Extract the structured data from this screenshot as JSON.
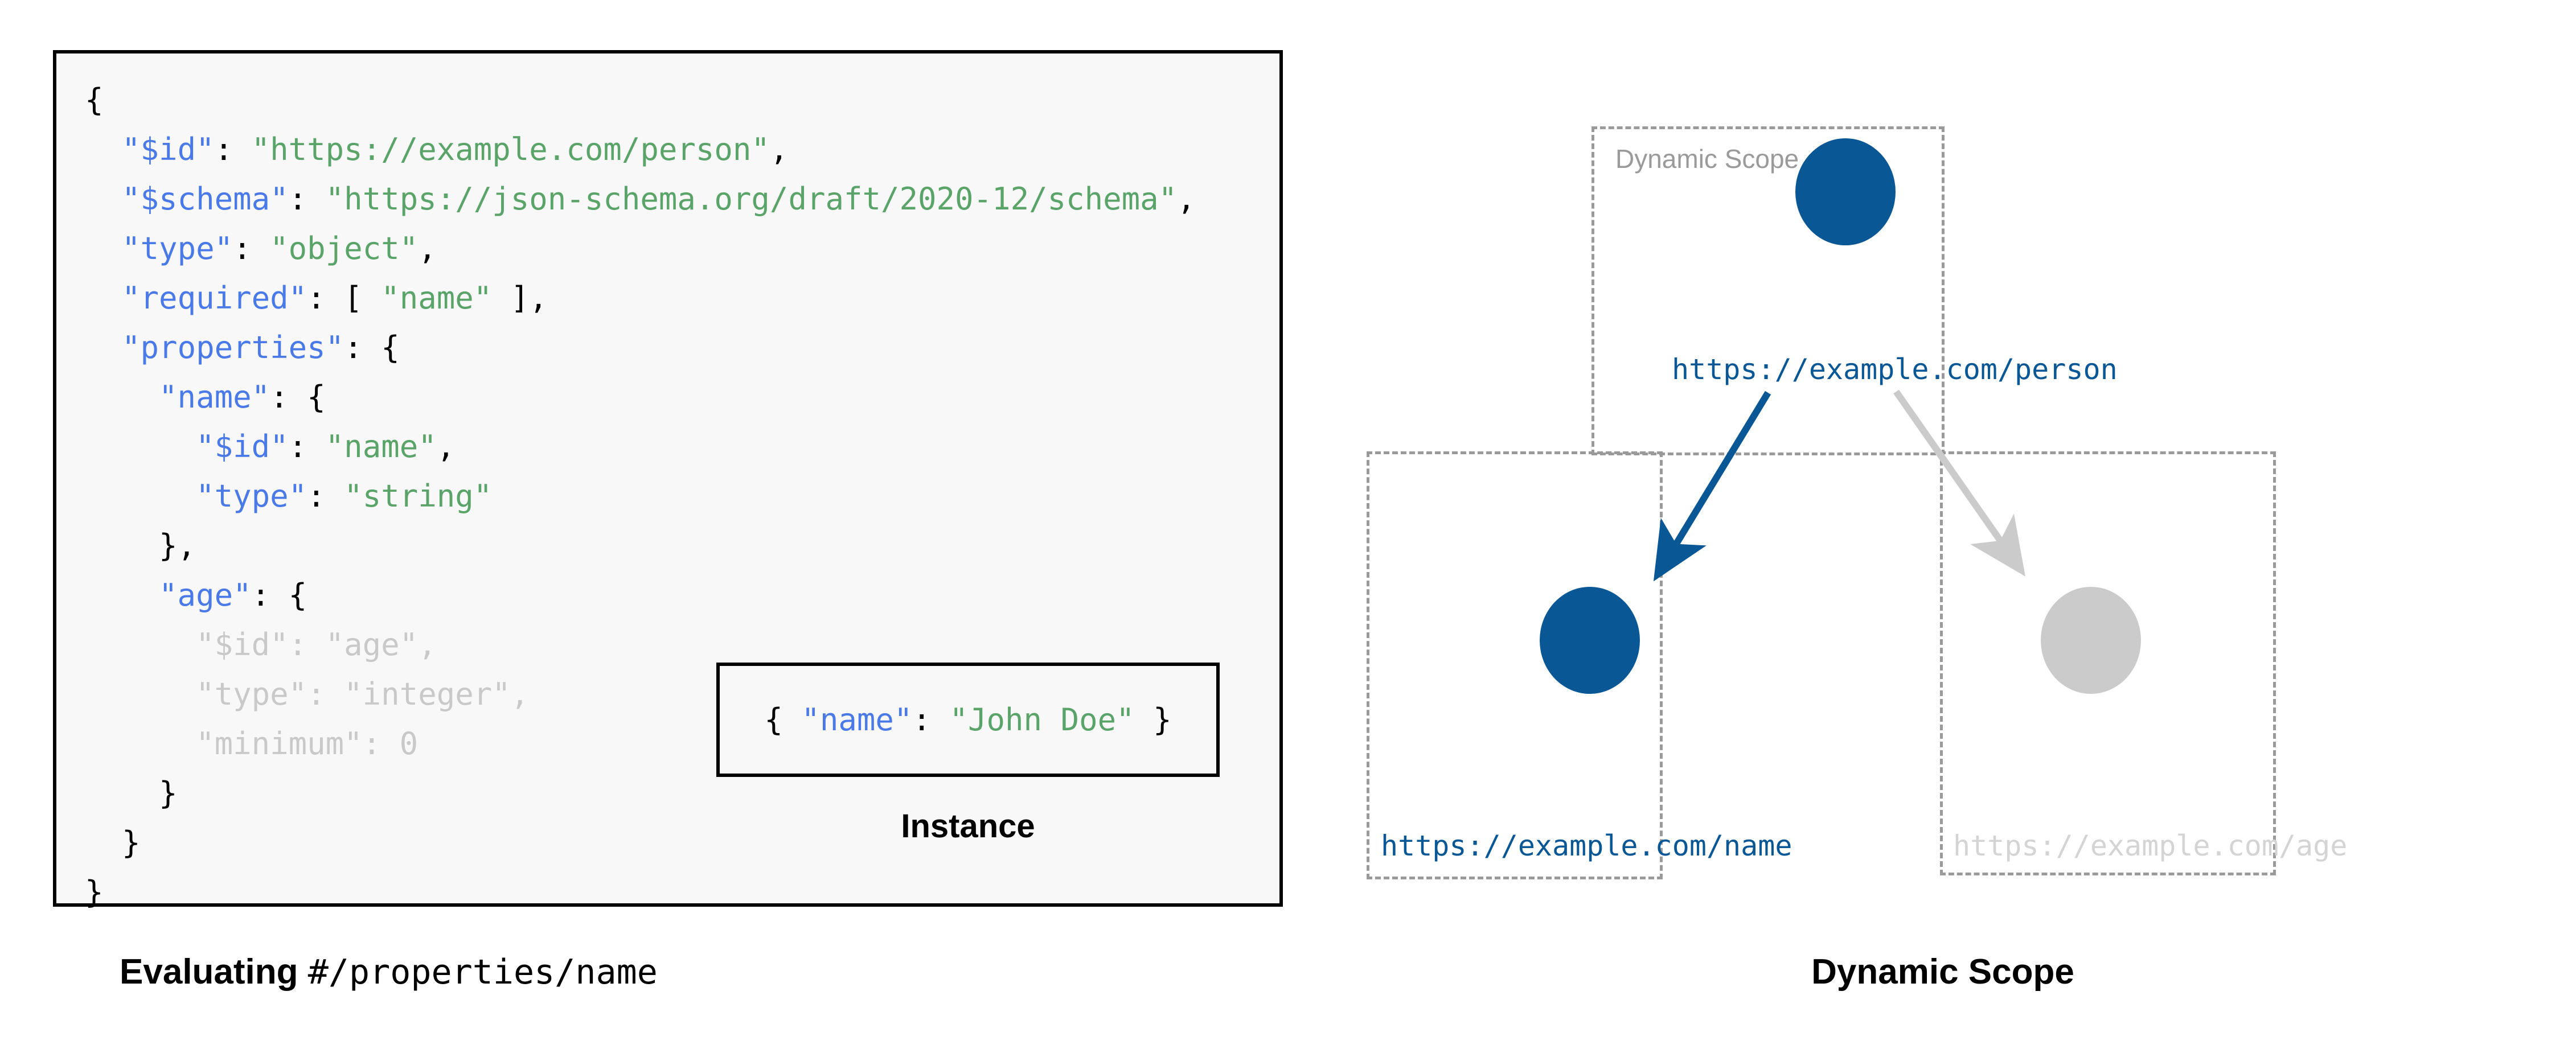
{
  "schema_panel": {
    "background": "#f8f8f8",
    "border_color": "#000000",
    "code_lines": [
      [
        {
          "t": "{",
          "c": "p"
        }
      ],
      [
        {
          "t": "  ",
          "c": "p"
        },
        {
          "t": "\"$id\"",
          "c": "k"
        },
        {
          "t": ": ",
          "c": "p"
        },
        {
          "t": "\"https://example.com/person\"",
          "c": "s"
        },
        {
          "t": ",",
          "c": "p"
        }
      ],
      [
        {
          "t": "  ",
          "c": "p"
        },
        {
          "t": "\"$schema\"",
          "c": "k"
        },
        {
          "t": ": ",
          "c": "p"
        },
        {
          "t": "\"https://json-schema.org/draft/2020-12/schema\"",
          "c": "s"
        },
        {
          "t": ",",
          "c": "p"
        }
      ],
      [
        {
          "t": "  ",
          "c": "p"
        },
        {
          "t": "\"type\"",
          "c": "k"
        },
        {
          "t": ": ",
          "c": "p"
        },
        {
          "t": "\"object\"",
          "c": "s"
        },
        {
          "t": ",",
          "c": "p"
        }
      ],
      [
        {
          "t": "  ",
          "c": "p"
        },
        {
          "t": "\"required\"",
          "c": "k"
        },
        {
          "t": ": [ ",
          "c": "p"
        },
        {
          "t": "\"name\"",
          "c": "s"
        },
        {
          "t": " ],",
          "c": "p"
        }
      ],
      [
        {
          "t": "  ",
          "c": "p"
        },
        {
          "t": "\"properties\"",
          "c": "k"
        },
        {
          "t": ": {",
          "c": "p"
        }
      ],
      [
        {
          "t": "    ",
          "c": "p"
        },
        {
          "t": "\"name\"",
          "c": "k"
        },
        {
          "t": ": {",
          "c": "p"
        }
      ],
      [
        {
          "t": "      ",
          "c": "p"
        },
        {
          "t": "\"$id\"",
          "c": "k"
        },
        {
          "t": ": ",
          "c": "p"
        },
        {
          "t": "\"name\"",
          "c": "s"
        },
        {
          "t": ",",
          "c": "p"
        }
      ],
      [
        {
          "t": "      ",
          "c": "p"
        },
        {
          "t": "\"type\"",
          "c": "k"
        },
        {
          "t": ": ",
          "c": "p"
        },
        {
          "t": "\"string\"",
          "c": "s"
        }
      ],
      [
        {
          "t": "    },",
          "c": "p"
        }
      ],
      [
        {
          "t": "    ",
          "c": "p"
        },
        {
          "t": "\"age\"",
          "c": "k"
        },
        {
          "t": ": {",
          "c": "p"
        }
      ],
      [
        {
          "t": "      \"$id\": \"age\",",
          "c": "dim"
        }
      ],
      [
        {
          "t": "      \"type\": \"integer\",",
          "c": "dim"
        }
      ],
      [
        {
          "t": "      \"minimum\": 0",
          "c": "dim"
        }
      ],
      [
        {
          "t": "    }",
          "c": "p"
        }
      ],
      [
        {
          "t": "  }",
          "c": "p"
        }
      ],
      [
        {
          "t": "}",
          "c": "p"
        }
      ]
    ]
  },
  "instance": {
    "caption": "Instance",
    "code_parts": [
      {
        "t": "{ ",
        "c": "p"
      },
      {
        "t": "\"name\"",
        "c": "k"
      },
      {
        "t": ": ",
        "c": "p"
      },
      {
        "t": "\"John Doe\"",
        "c": "s"
      },
      {
        "t": " }",
        "c": "p"
      }
    ]
  },
  "left_caption": {
    "bold_text": "Evaluating ",
    "mono_text": "#/properties/name"
  },
  "diagram": {
    "caption": "Dynamic Scope",
    "scope_label": "Dynamic Scope",
    "colors": {
      "active_blue": "#0a5795",
      "inactive_grey": "#cbcbcb",
      "dashed_border": "#9a9a9a",
      "faded_text": "#d4d4d4",
      "label_grey": "#9a9a9a"
    },
    "nodes": [
      {
        "id": "person",
        "url": "https://example.com/person",
        "state": "active"
      },
      {
        "id": "name",
        "url": "https://example.com/name",
        "state": "active"
      },
      {
        "id": "age",
        "url": "https://example.com/age",
        "state": "faded"
      }
    ],
    "edges": [
      {
        "from": "person",
        "to": "name",
        "state": "active"
      },
      {
        "from": "person",
        "to": "age",
        "state": "faded"
      }
    ]
  }
}
